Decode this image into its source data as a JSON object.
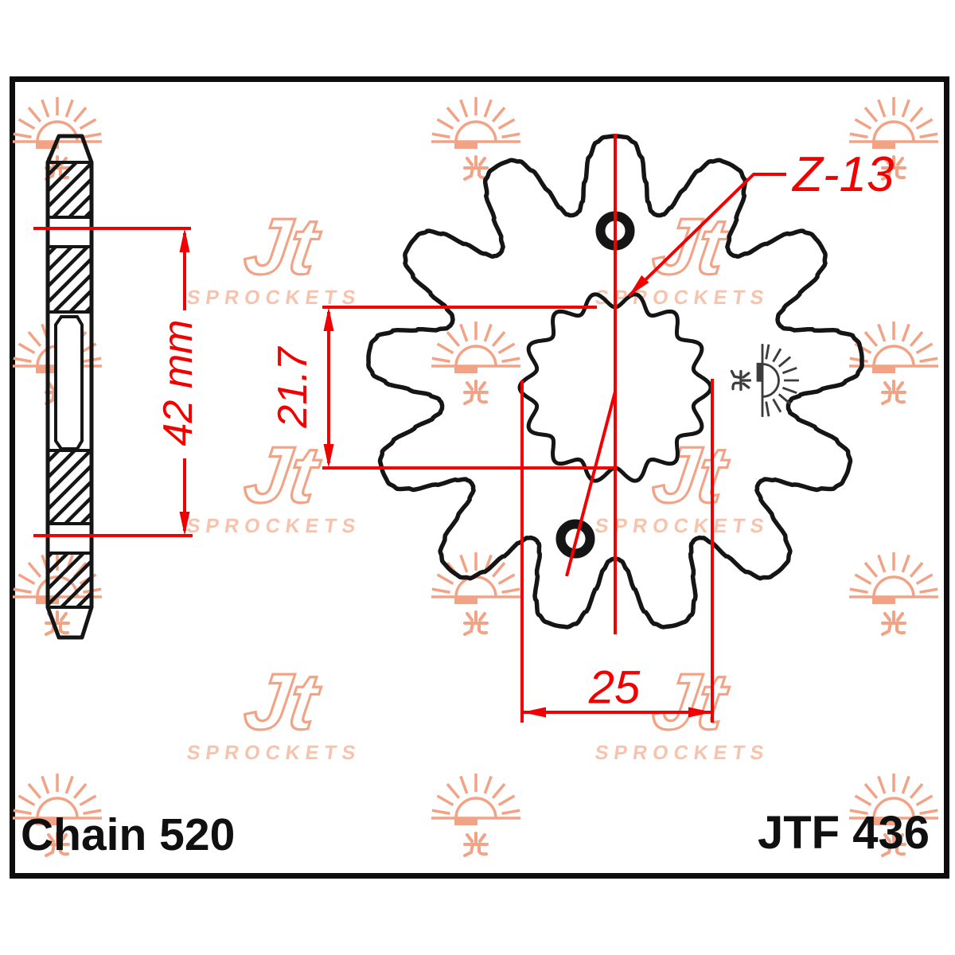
{
  "labels": {
    "teeth_count": "Z-13",
    "overall_height": "42 mm",
    "spline_minor_diameter": "21.7",
    "bore_major_diameter": "25",
    "chain": "Chain 520",
    "part_number": "JTF 436"
  },
  "watermark": {
    "logo_letters": "Jt",
    "logo_subtext": "SPROCKETS"
  },
  "colors": {
    "dimension_red": "#f20000",
    "line_black": "#151515",
    "watermark_peach": "#f2a285",
    "watermark_fill": "#f7c3ac",
    "stamp_gray": "#3c3c3c",
    "background": "#ffffff"
  }
}
